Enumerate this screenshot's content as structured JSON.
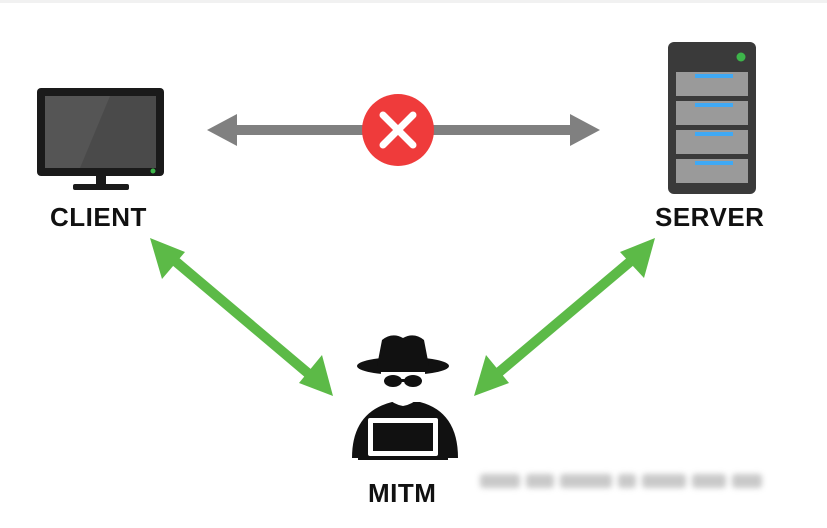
{
  "nodes": {
    "client_label": "CLIENT",
    "server_label": "SERVER",
    "mitm_label": "MITM"
  },
  "icons": {
    "client": "computer-monitor-icon",
    "server": "server-rack-icon",
    "mitm": "hacker-with-laptop-icon",
    "blocked": "red-x-circle-icon"
  },
  "connections": [
    {
      "from": "client",
      "to": "server",
      "status": "blocked",
      "color": "#808080"
    },
    {
      "from": "client",
      "to": "mitm",
      "status": "active",
      "color": "#5cba47"
    },
    {
      "from": "server",
      "to": "mitm",
      "status": "active",
      "color": "#5cba47"
    }
  ],
  "colors": {
    "active_arrow": "#5cba47",
    "blocked_arrow": "#808080",
    "blocked_badge": "#ef3b3b",
    "server_led": "#3db54a",
    "server_slot_light": "#3fa9f5",
    "monitor_led": "#3db54a"
  }
}
